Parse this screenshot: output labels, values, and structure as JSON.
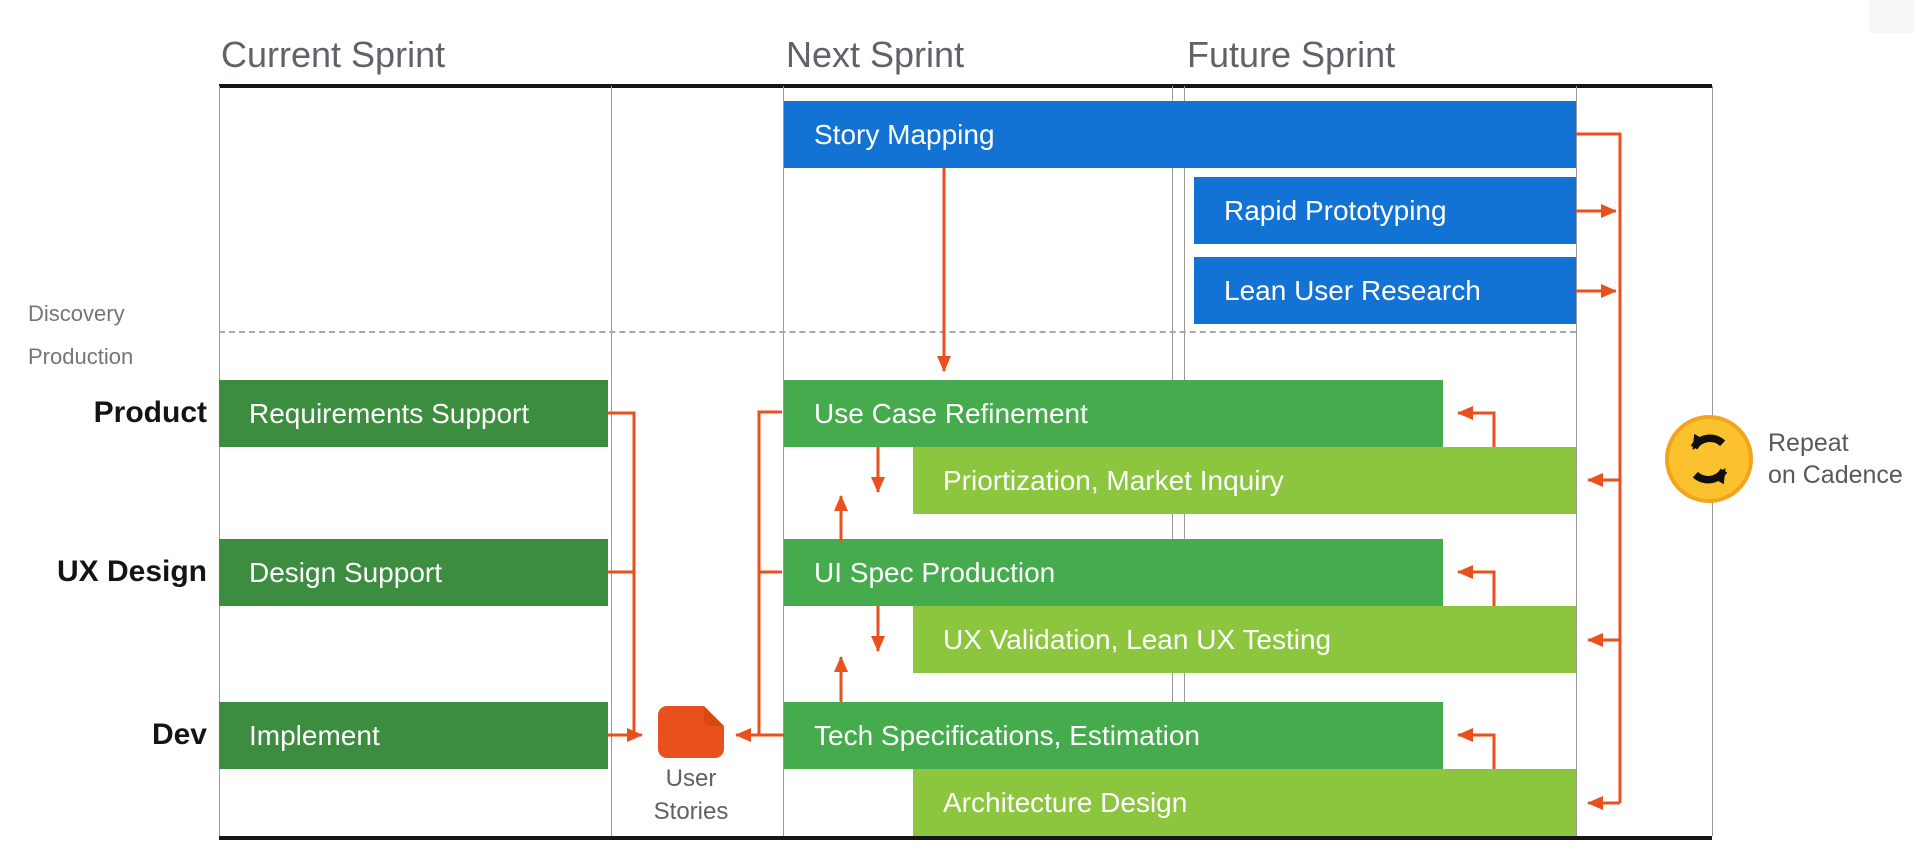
{
  "columns": [
    {
      "label": "Current Sprint"
    },
    {
      "label": "Next Sprint"
    },
    {
      "label": "Future Sprint"
    }
  ],
  "zones": {
    "discovery": "Discovery",
    "production": "Production"
  },
  "row_labels": [
    {
      "label": "Product"
    },
    {
      "label": "UX Design"
    },
    {
      "label": "Dev"
    }
  ],
  "bars": {
    "story_mapping": {
      "label": "Story Mapping",
      "sprint": "Next + Future",
      "phase": "Discovery"
    },
    "rapid_prototyping": {
      "label": "Rapid Prototyping",
      "sprint": "Future",
      "phase": "Discovery"
    },
    "lean_user_research": {
      "label": "Lean User Research",
      "sprint": "Future",
      "phase": "Discovery"
    },
    "requirements_support": {
      "label": "Requirements Support",
      "sprint": "Current",
      "row": "Product"
    },
    "design_support": {
      "label": "Design Support",
      "sprint": "Current",
      "row": "UX Design"
    },
    "implement": {
      "label": "Implement",
      "sprint": "Current",
      "row": "Dev"
    },
    "use_case_refinement": {
      "label": "Use Case Refinement",
      "sprint": "Next",
      "row": "Product"
    },
    "ui_spec_production": {
      "label": "UI Spec Production",
      "sprint": "Next",
      "row": "UX Design"
    },
    "tech_specifications": {
      "label": "Tech Specifications, Estimation",
      "sprint": "Next",
      "row": "Dev"
    },
    "priortization": {
      "label": "Priortization, Market Inquiry",
      "sprint": "Next + Future",
      "row": "Product"
    },
    "ux_validation": {
      "label": "UX Validation, Lean UX Testing",
      "sprint": "Next + Future",
      "row": "UX Design"
    },
    "architecture_design": {
      "label": "Architecture Design",
      "sprint": "Next + Future",
      "row": "Dev"
    }
  },
  "user_stories": {
    "line1": "User",
    "line2": "Stories"
  },
  "repeat_badge": {
    "line1": "Repeat",
    "line2": "on Cadence"
  },
  "colors": {
    "blue": "#1273d4",
    "dark_green": "#3c8d40",
    "mid_green": "#45ab4c",
    "light_green": "#8cc63f",
    "orange": "#e8511d",
    "badge_yellow": "#fcc22d",
    "badge_border": "#f2a41f"
  }
}
